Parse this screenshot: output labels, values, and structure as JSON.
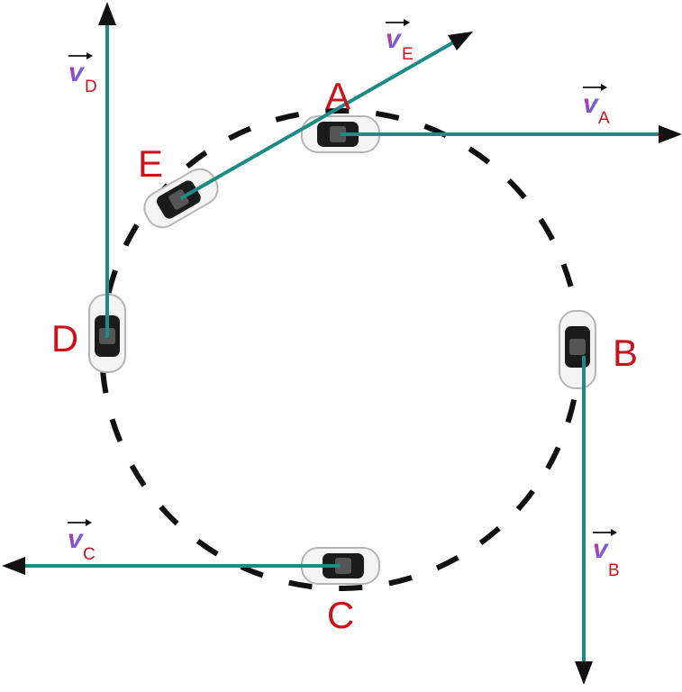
{
  "colors": {
    "vector": "#1e8a86",
    "arrowhead": "#111111",
    "label": "#c8131b",
    "track": "#111111",
    "car_body": "#f4f4f4",
    "car_glass": "#1b1b1b",
    "v_gradient": [
      "#e01e5a",
      "#8a4fd8",
      "#2fb0b0"
    ]
  },
  "points": {
    "A": {
      "label": "A"
    },
    "B": {
      "label": "B"
    },
    "C": {
      "label": "C"
    },
    "D": {
      "label": "D"
    },
    "E": {
      "label": "E"
    }
  },
  "vectors": {
    "A": {
      "letter": "v",
      "subscript": "A"
    },
    "B": {
      "letter": "v",
      "subscript": "B"
    },
    "C": {
      "letter": "v",
      "subscript": "C"
    },
    "D": {
      "letter": "v",
      "subscript": "D"
    },
    "E": {
      "letter": "v",
      "subscript": "E"
    }
  }
}
